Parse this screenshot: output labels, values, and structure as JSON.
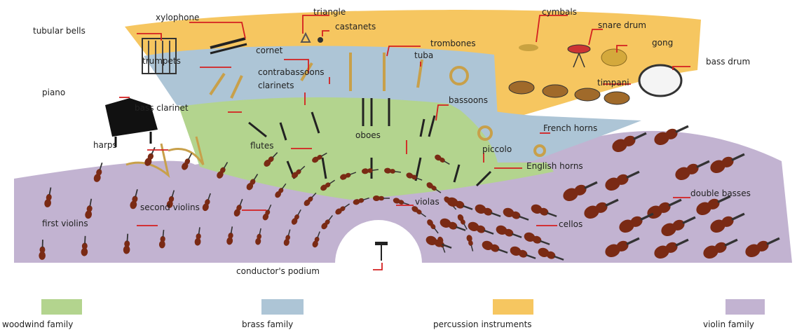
{
  "colors": {
    "percussion": "#f6c660",
    "brass": "#adc5d6",
    "woodwind": "#b3d48e",
    "violin": "#c2b3d1",
    "string_instrument": "#7a2a14",
    "brass_instrument": "#c8a04a",
    "leader": "#d42020"
  },
  "labels": {
    "xylophone": "xylophone",
    "triangle": "triangle",
    "castanets": "castanets",
    "cymbals": "cymbals",
    "snare_drum": "snare drum",
    "tubular_bells": "tubular bells",
    "gong": "gong",
    "bass_drum": "bass drum",
    "cornet": "cornet",
    "trombones": "trombones",
    "trumpets": "trumpets",
    "tuba": "tuba",
    "contrabassoons": "contrabassoons",
    "timpani": "timpani",
    "clarinets": "clarinets",
    "piano": "piano",
    "bass_clarinet": "bass clarinet",
    "bassoons": "bassoons",
    "french_horns": "French horns",
    "harps": "harps",
    "flutes": "flutes",
    "oboes": "oboes",
    "piccolo": "piccolo",
    "english_horns": "English horns",
    "double_basses": "double basses",
    "second_violins": "second violins",
    "violas": "violas",
    "first_violins": "first violins",
    "cellos": "cellos",
    "conductors_podium": "conductor's podium"
  },
  "legend": [
    {
      "label": "woodwind family",
      "color": "#b3d48e"
    },
    {
      "label": "brass family",
      "color": "#adc5d6"
    },
    {
      "label": "percussion instruments",
      "color": "#f6c660"
    },
    {
      "label": "violin family",
      "color": "#c2b3d1"
    }
  ]
}
